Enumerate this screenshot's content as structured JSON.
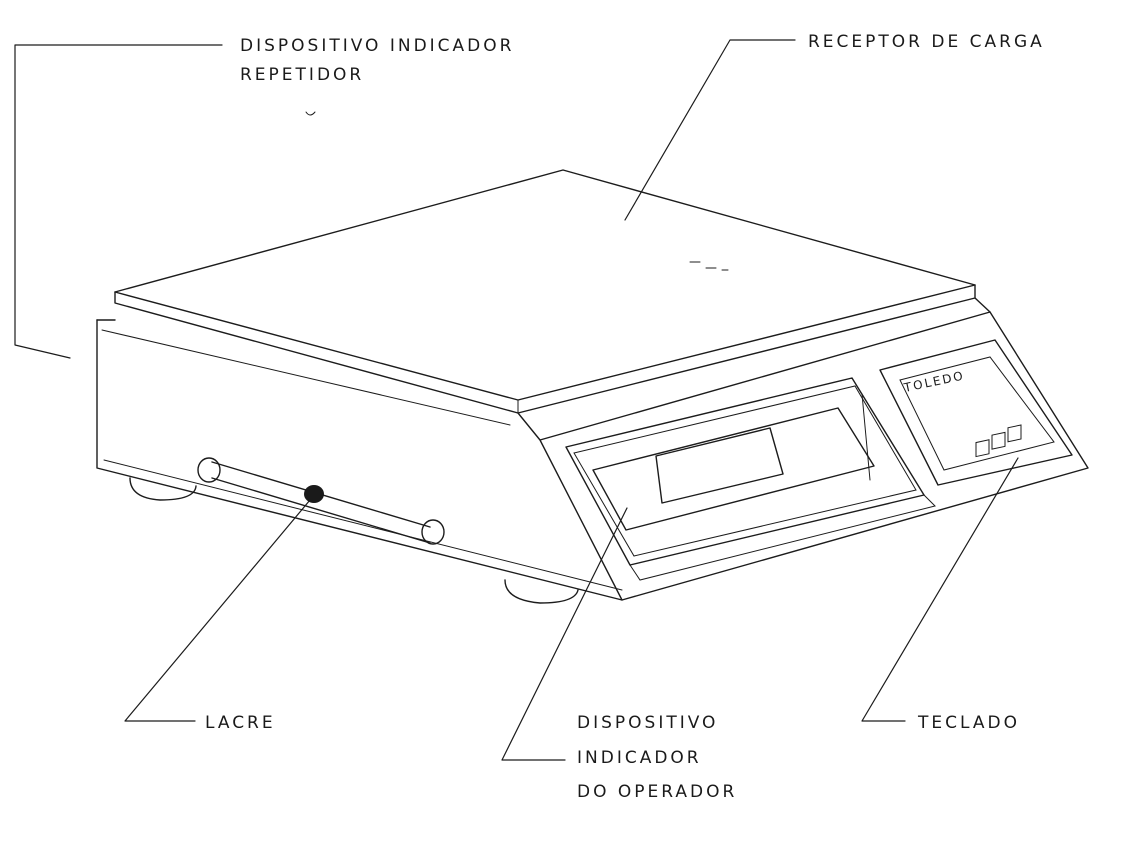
{
  "labels": {
    "repeater_line1": "DISPOSITIVO INDICADOR",
    "repeater_line2": "REPETIDOR",
    "load_receptor": "RECEPTOR DE CARGA",
    "seal": "LACRE",
    "operator_line1": "DISPOSITIVO",
    "operator_line2": "INDICADOR",
    "operator_line3": "DO OPERADOR",
    "keyboard": "TECLADO"
  },
  "brand": "TOLEDO"
}
